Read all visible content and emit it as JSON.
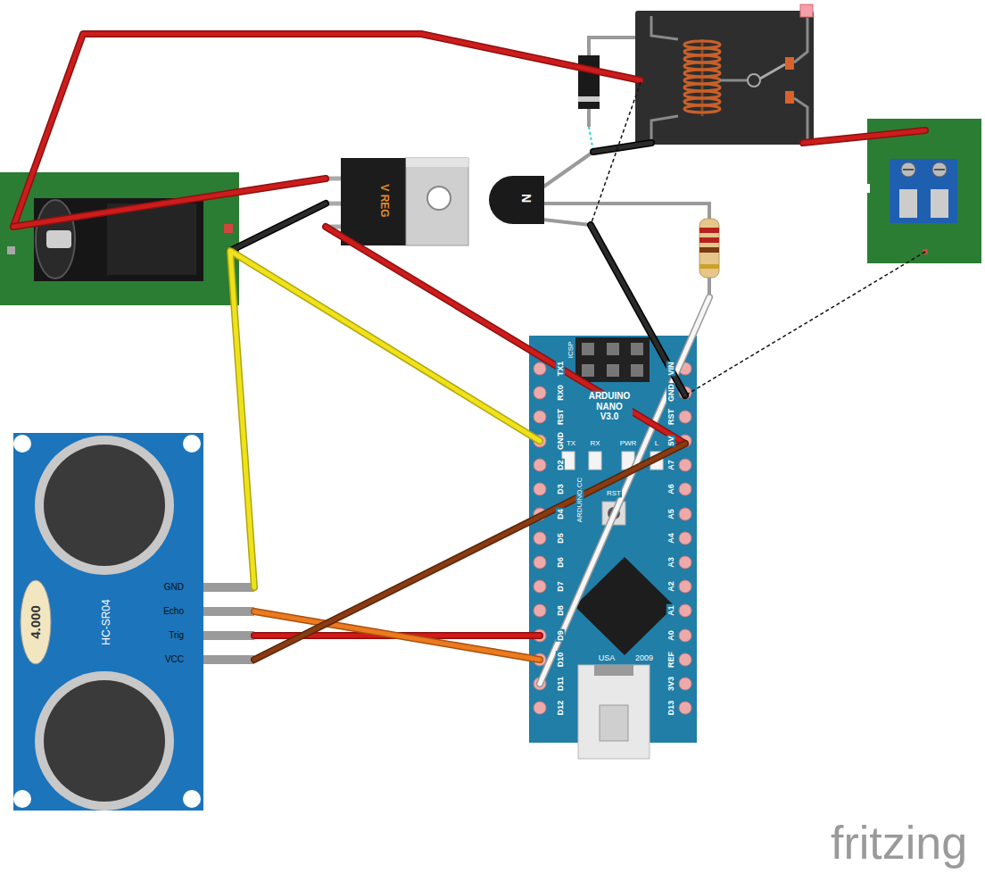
{
  "diagram": {
    "nodes": [
      {
        "text": [
          "V REG"
        ]
      },
      {
        "text": [
          "N"
        ]
      },
      {
        "text": [
          "ICSP",
          "ARDUINO NANO V3.0",
          "TX",
          "RX",
          "PWR",
          "L",
          "RST",
          "ARDUINO.CC",
          "USA",
          "2009",
          "TX1",
          "RX0",
          "RST",
          "GND",
          "D2",
          "D3",
          "D4",
          "D5",
          "D6",
          "D7",
          "D8",
          "D9",
          "D10",
          "D11",
          "D12",
          "VIN",
          "GND",
          "RST",
          "5V",
          "A7",
          "A6",
          "A5",
          "A4",
          "A3",
          "A2",
          "A1",
          "A0",
          "REF",
          "3V3",
          "D13"
        ]
      },
      {
        "text": [
          "4.000",
          "HC-SR04",
          "GND",
          "Echo",
          "Trig",
          "VCC"
        ]
      }
    ],
    "edges": [
      {
        "from": 0,
        "to": 2,
        "arrow": "none"
      },
      {
        "from": 1,
        "to": 2,
        "arrow": "none"
      },
      {
        "from": 3,
        "to": 2,
        "arrow": "none"
      },
      {
        "from": 3,
        "to": 2,
        "arrow": "none"
      },
      {
        "from": 3,
        "to": 2,
        "arrow": "none"
      },
      {
        "from": 3,
        "to": 2,
        "arrow": "none"
      }
    ],
    "labels": [
      "fritzing"
    ]
  }
}
